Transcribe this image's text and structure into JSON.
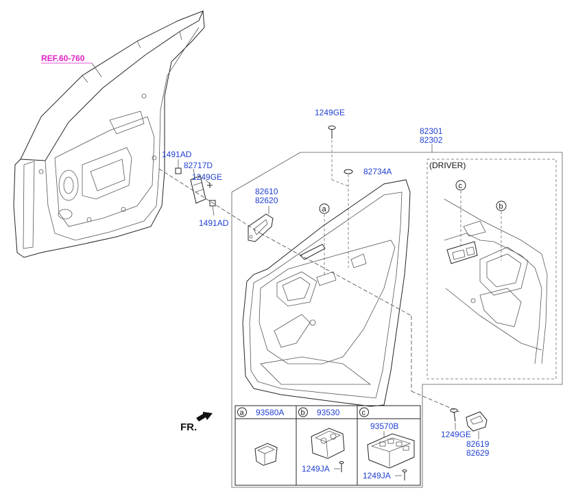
{
  "reference": {
    "label": "REF.60-760"
  },
  "parts": {
    "bolt_top": "1249GE",
    "trim_assy_1": "82301",
    "trim_assy_2": "82302",
    "clip": "82734A",
    "handle_1": "82610",
    "handle_2": "82620",
    "nut_a": "1491AD",
    "bracket": "82717D",
    "screw_bracket": "1249GE",
    "nut_b": "1491AD",
    "screw_bottom": "1249GE",
    "pocket_1": "82619",
    "pocket_2": "82629"
  },
  "driver_inset": {
    "title": "(DRIVER)",
    "callout_b": "b",
    "callout_c": "c"
  },
  "callouts": {
    "a": "a"
  },
  "direction": {
    "label": "FR."
  },
  "table": {
    "cells": [
      {
        "letter": "a",
        "part": "93580A"
      },
      {
        "letter": "b",
        "part": "93530",
        "screw": "1249JA"
      },
      {
        "letter": "c",
        "part": "93570B",
        "screw": "1249JA"
      }
    ]
  },
  "colors": {
    "part_label": "#1f3fd1",
    "reference_label": "#e020c8",
    "line": "#222222"
  }
}
